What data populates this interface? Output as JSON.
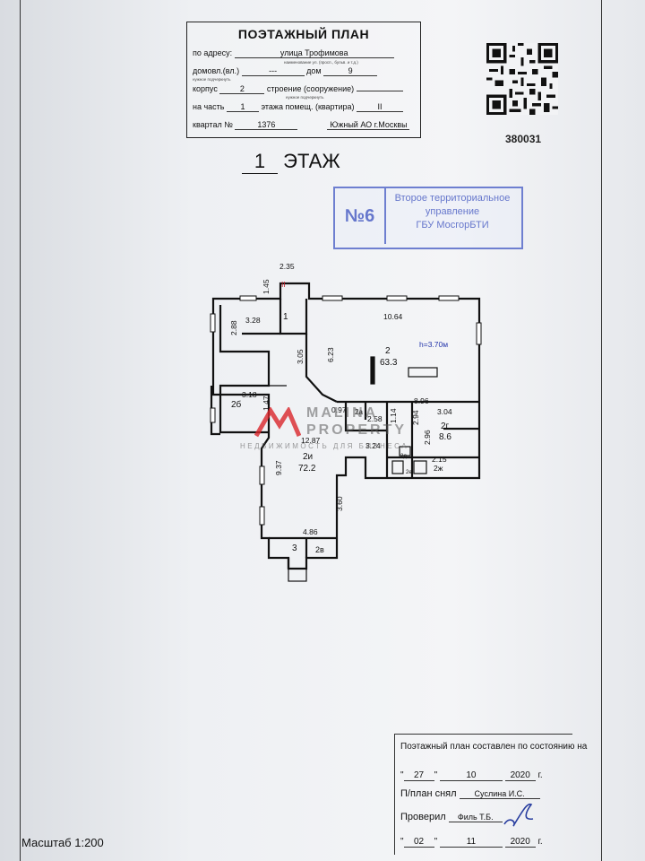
{
  "header": {
    "title": "ПОЭТАЖНЫЙ ПЛАН",
    "address_label": "по адресу:",
    "address_value": "улица Трофимова",
    "address_hint": "наименование ул. (просп., бульв. и т.д.)",
    "domovl_label": "домовл.(вл.)",
    "domovl_value": "---",
    "dom_label": "дом",
    "dom_value": "9",
    "domovl_hint": "нужное подчеркнуть",
    "korpus_label": "корпус",
    "korpus_value": "2",
    "stroenie_label": "строение (сооружение)",
    "stroenie_value": "",
    "stroenie_hint": "нужное подчеркнуть",
    "chast_label": "на часть",
    "chast_value": "1",
    "etazh_label": "этажа помещ. (квартира)",
    "etazh_value": "II",
    "kvartal_label": "квартал №",
    "kvartal_value": "1376",
    "okrug_value": "Южный АО г.Москвы"
  },
  "doc_number": "380031",
  "floor": {
    "number": "1",
    "label": "ЭТАЖ"
  },
  "stamp": {
    "number": "№6",
    "lines": [
      "Второе территориальное",
      "управление",
      "ГБУ МосгорБТИ"
    ]
  },
  "plan": {
    "labels": {
      "d_235": "2.35",
      "d_145": "1.45",
      "d_II": "II",
      "d_1064": "10.64",
      "d_288": "2.88",
      "d_328": "3.28",
      "r1": "1",
      "r2": "2",
      "r2_area": "63.3",
      "d_623": "6.23",
      "d_305": "3.05",
      "height": "h=3.70м",
      "d_318": "3.18",
      "r2b": "2б",
      "d_147": "1.47",
      "d_097": "0.97",
      "r2a": "2а",
      "d_258": "2.58",
      "d_114": "1.14",
      "d_896": "8.96",
      "d_304": "3.04",
      "d_294": "2.94",
      "d_296": "2.96",
      "r2g": "2г",
      "r2g_area": "8.6",
      "d_1287": "12.87",
      "d_324": "3.24",
      "d_215": "2.15",
      "r2zh": "2ж",
      "r2d": "2д",
      "r2e": "2е",
      "d_937": "9.37",
      "r2i": "2и",
      "r2i_area": "72.2",
      "d_360": "3.60",
      "d_486": "4.86",
      "r3": "3",
      "r2v": "2в"
    }
  },
  "watermark": {
    "line1": "MALINA",
    "line2": "PROPERTY",
    "line3": "НЕДВИЖИМОСТЬ ДЛЯ БИЗНЕСА"
  },
  "signatures": {
    "state_label": "Поэтажный план составлен по состоянию на",
    "state_day": "27",
    "state_month": "10",
    "state_year": "2020",
    "surveyed_label": "П/план снял",
    "surveyed_name": "Суслина И.С.",
    "checked_label": "Проверил",
    "checked_name": "Филь Т.Б.",
    "check_day": "02",
    "check_month": "11",
    "check_year": "2020",
    "year_suffix": "г."
  },
  "scale": "Масштаб 1:200",
  "colors": {
    "stamp": "#6677cc",
    "ink": "#111111",
    "watermark_red": "#d9262b"
  }
}
